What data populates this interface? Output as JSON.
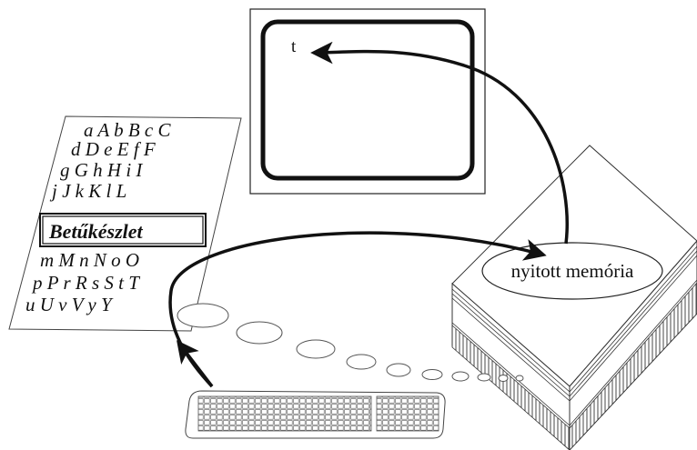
{
  "screen": {
    "char": "t"
  },
  "charset": {
    "rows_top": [
      "a A b B c C",
      "d D e E f F",
      "g G h H i I",
      "j J k K l L"
    ],
    "title": "Betűkészlet",
    "rows_bottom": [
      "m M n N o O",
      "p P r R s S t T",
      "u U v V y Y"
    ]
  },
  "memory": {
    "label": "nyitott memória"
  },
  "colors": {
    "ink": "#111111",
    "paper": "#ffffff"
  },
  "icons": {
    "keyboard": "keyboard-icon",
    "monitor": "monitor-icon",
    "computer": "computer-case-icon",
    "sheet": "charset-sheet-icon"
  }
}
